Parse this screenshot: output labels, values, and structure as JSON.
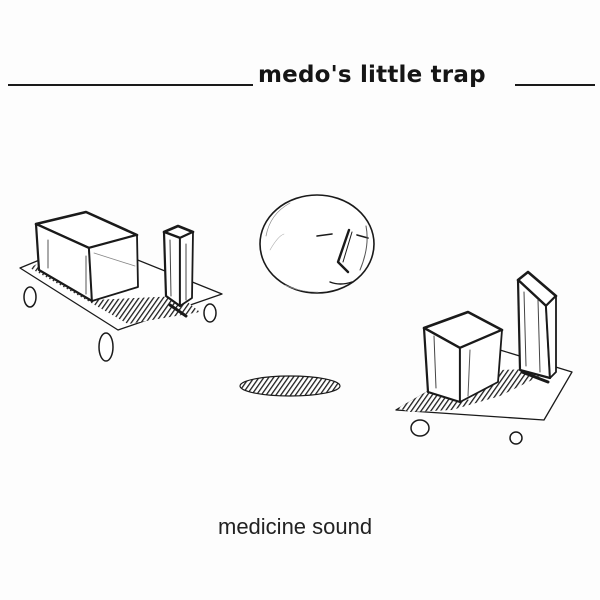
{
  "cover": {
    "title": "medo's little trap",
    "subtitle": "medicine sound"
  },
  "colors": {
    "background": "#fdfdfd",
    "ink": "#1a1a1a",
    "shadow": "#2a2a2a"
  },
  "illustration": {
    "left_cart": "left-cart-illustration",
    "moon_face": "moon-face-illustration",
    "floor_hole": "hole-shadow-illustration",
    "right_cart": "right-cart-illustration"
  }
}
